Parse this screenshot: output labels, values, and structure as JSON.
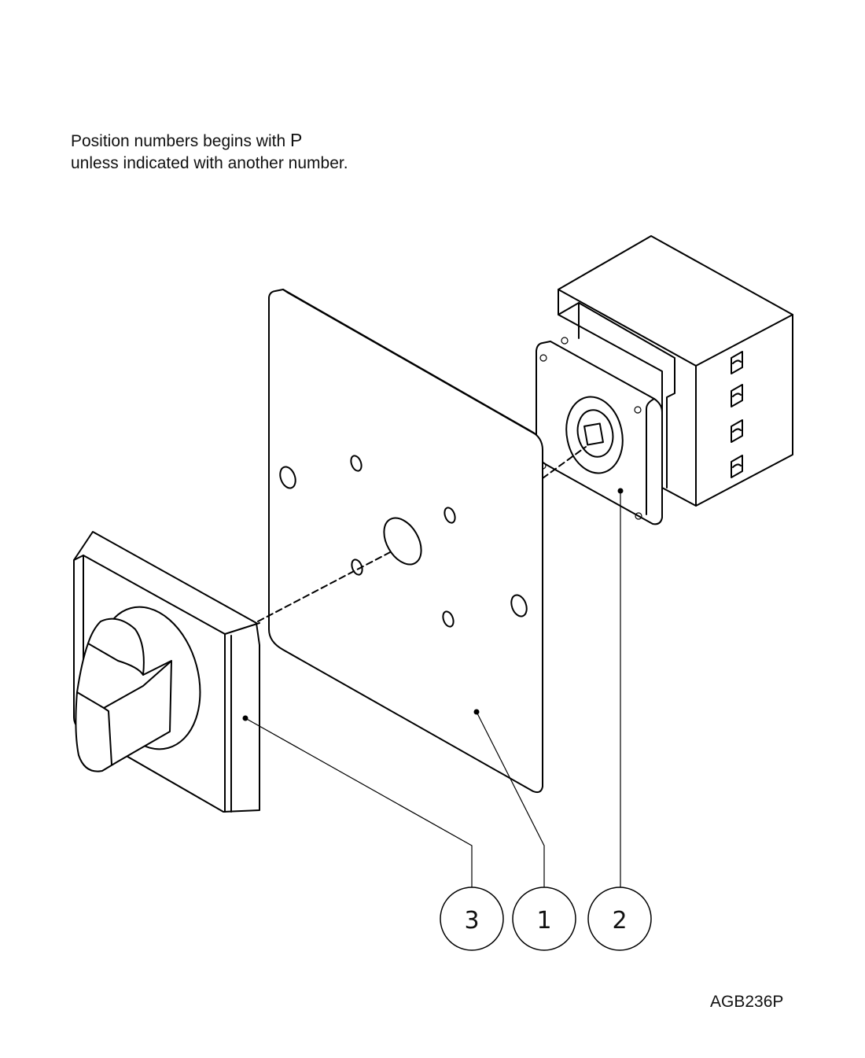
{
  "note": {
    "line1": "Position numbers begins with",
    "prefix": "P",
    "line2": "unless indicated with another number."
  },
  "drawing_code": "AGB236P",
  "parts": [
    {
      "number": "3",
      "name": "handle-knob"
    },
    {
      "number": "1",
      "name": "mounting-plate"
    },
    {
      "number": "2",
      "name": "switch-body"
    }
  ]
}
